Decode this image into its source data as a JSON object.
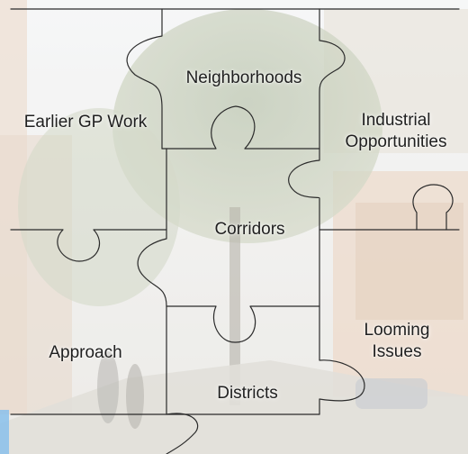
{
  "puzzle": {
    "pieces": {
      "earlier_gp_work": [
        "Earlier GP Work"
      ],
      "neighborhoods": [
        "Neighborhoods"
      ],
      "industrial_opportunities": [
        "Industrial",
        "Opportunities"
      ],
      "corridors": [
        "Corridors"
      ],
      "approach": [
        "Approach"
      ],
      "looming_issues": [
        "Looming",
        "Issues"
      ],
      "districts": [
        "Districts"
      ]
    }
  },
  "colors": {
    "sky": "#eef0f2",
    "foliage": "#b8c2a4",
    "building": "#e2cbb6",
    "street": "#d9d6cf",
    "piece_line": "#2b2b2b",
    "text": "#1f1f1f"
  }
}
